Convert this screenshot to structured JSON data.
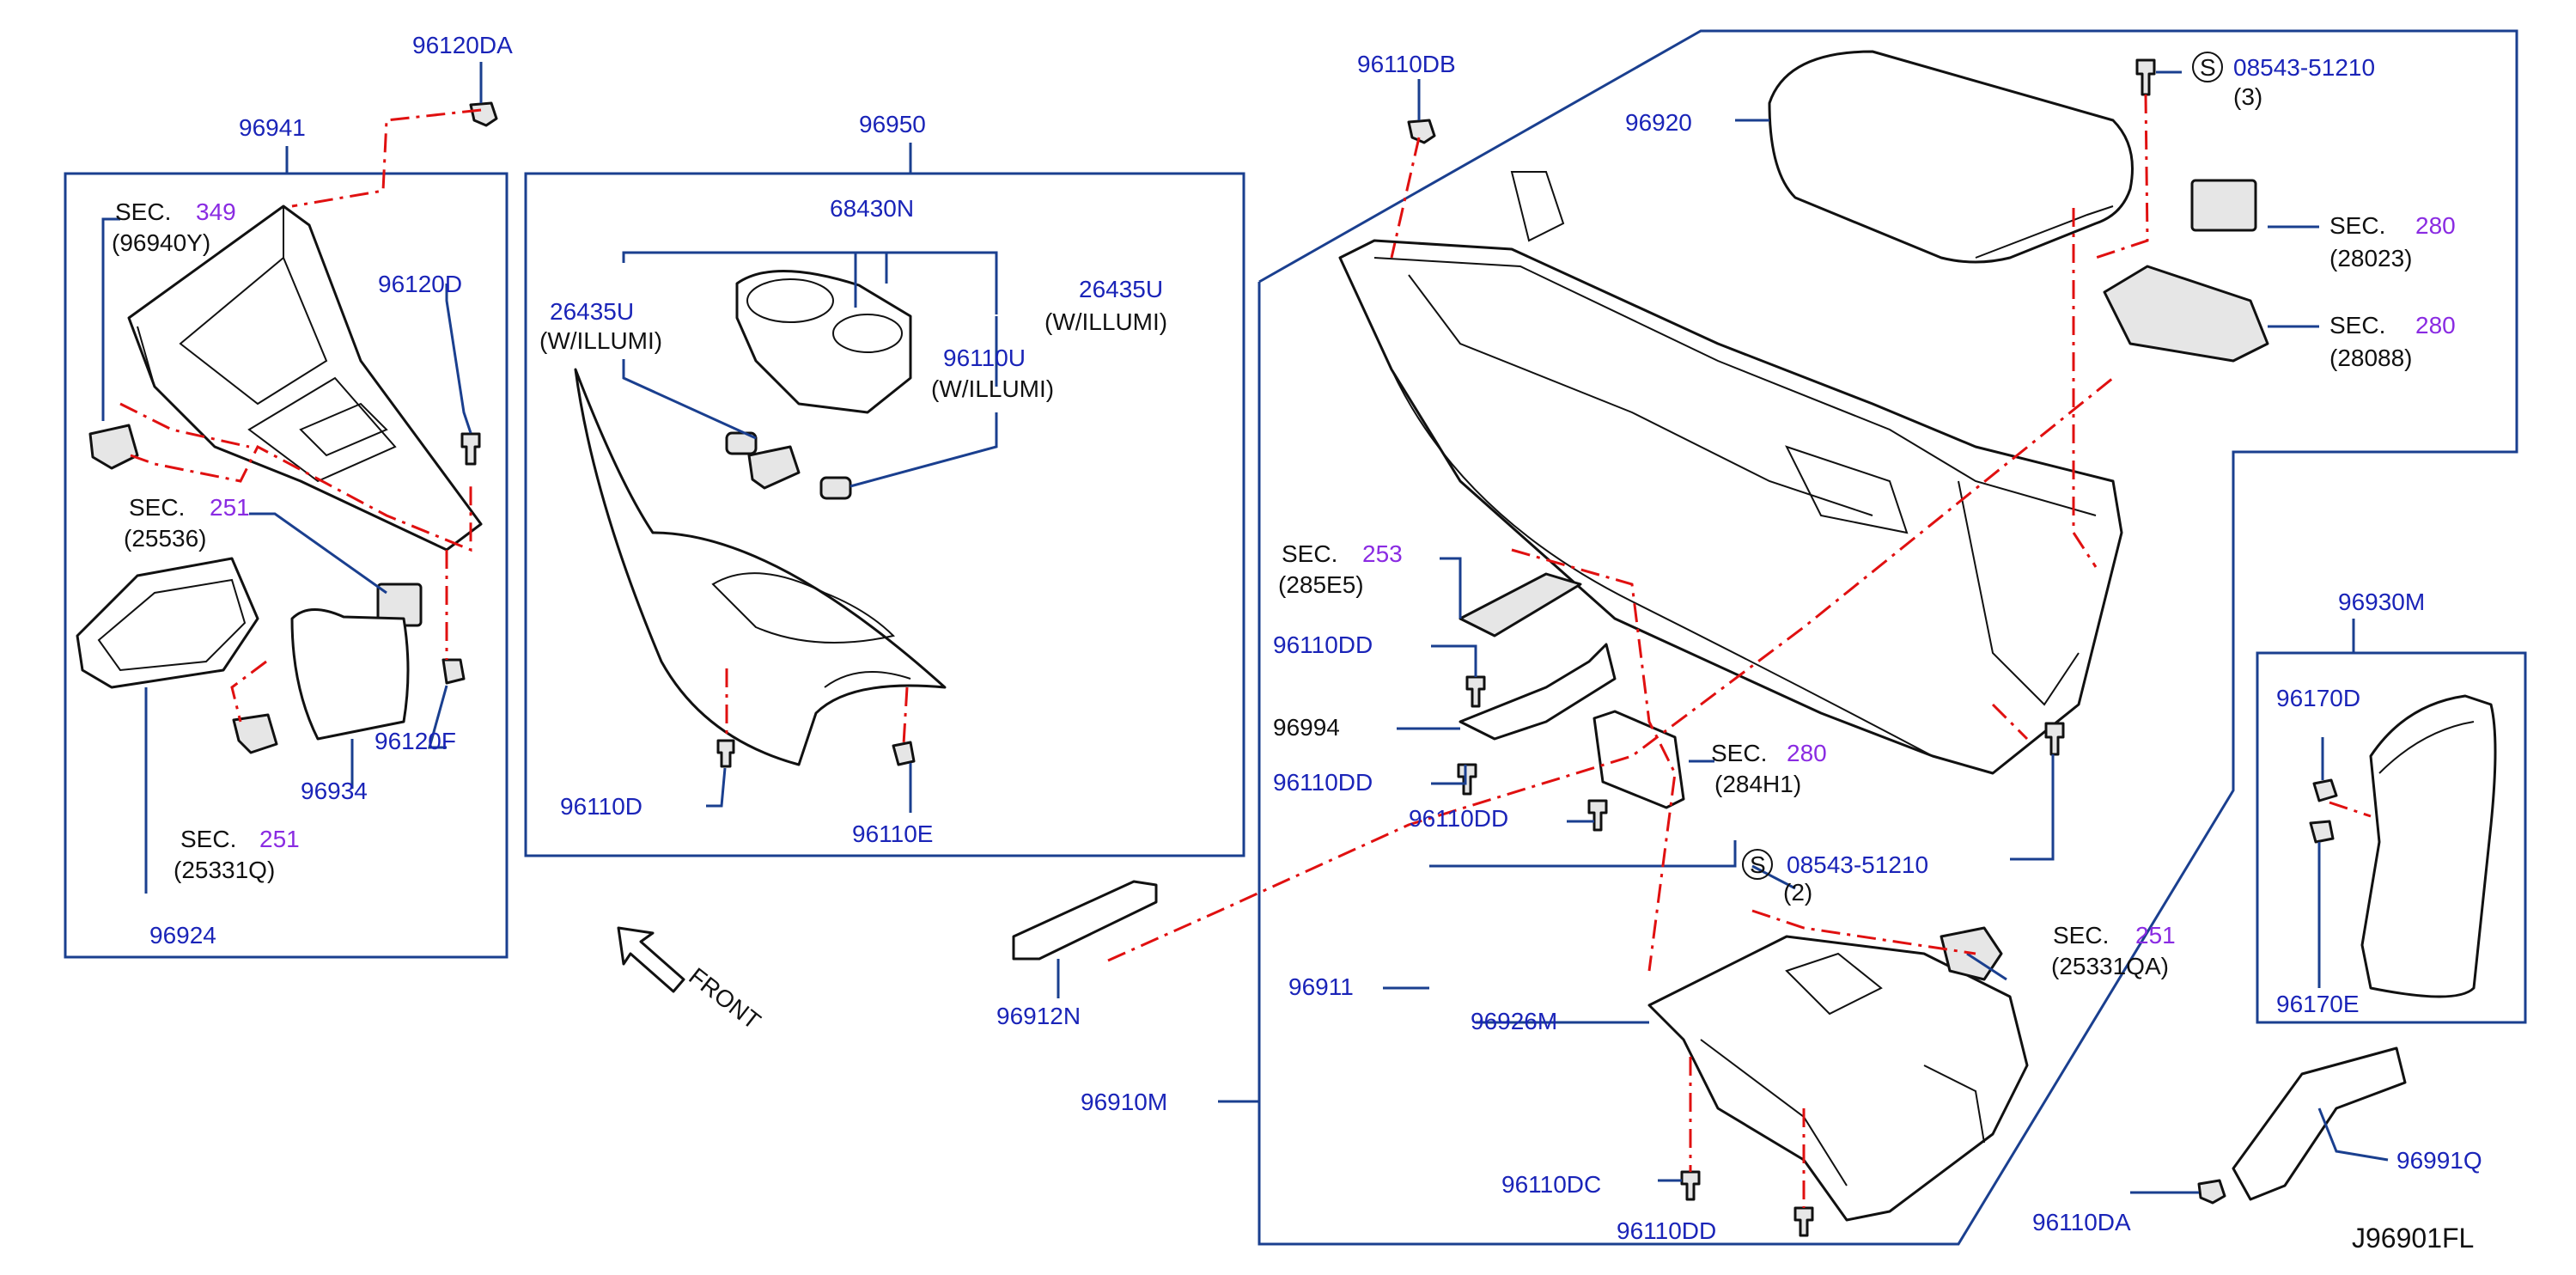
{
  "diagram_id": "J96901FL",
  "front_label": "FRONT",
  "sec": "SEC.",
  "labels": {
    "p96120DA": "96120DA",
    "p96941": "96941",
    "sec349_num": "349",
    "sec349_sub": "(96940Y)",
    "p96120D": "96120D",
    "sec251a_num": "251",
    "sec251a_sub": "(25536)",
    "p96934": "96934",
    "p96120F": "96120F",
    "sec251b_num": "251",
    "sec251b_sub": "(25331Q)",
    "p96924": "96924",
    "p96950": "96950",
    "p68430N": "68430N",
    "p26435U_left": "26435U",
    "illumi_left": "(W/ILLUMI)",
    "p26435U_right": "26435U",
    "illumi_right": "(W/ILLUMI)",
    "p96110U": "96110U",
    "illumi_mid": "(W/ILLUMI)",
    "p96110D": "96110D",
    "p96110E": "96110E",
    "p96912N": "96912N",
    "p96110DB": "96110DB",
    "p96920": "96920",
    "bolt_top": "08543-51210",
    "bolt_top_qty": "(3)",
    "sec280a_num": "280",
    "sec280a_sub": "(28023)",
    "sec280b_num": "280",
    "sec280b_sub": "(28088)",
    "sec253_num": "253",
    "sec253_sub": "(285E5)",
    "p96110DD_a": "96110DD",
    "p96994": "96994",
    "p96110DD_b": "96110DD",
    "p96110DD_c": "96110DD",
    "sec280c_num": "280",
    "sec280c_sub": "(284H1)",
    "bolt_mid": "08543-51210",
    "bolt_mid_qty": "(2)",
    "p96911": "96911",
    "p96926M": "96926M",
    "sec251c_num": "251",
    "sec251c_sub": "(25331QA)",
    "p96910M": "96910M",
    "p96110DC": "96110DC",
    "p96110DD_d": "96110DD",
    "p96930M": "96930M",
    "p96170D": "96170D",
    "p96170E": "96170E",
    "p96991Q": "96991Q",
    "p96110DA": "96110DA",
    "s_symbol": "S"
  },
  "colors": {
    "part_number": "#1a24b8",
    "section_number": "#8a2be2",
    "leader_line": "#1a3f8f",
    "dash_line": "#e01010"
  }
}
